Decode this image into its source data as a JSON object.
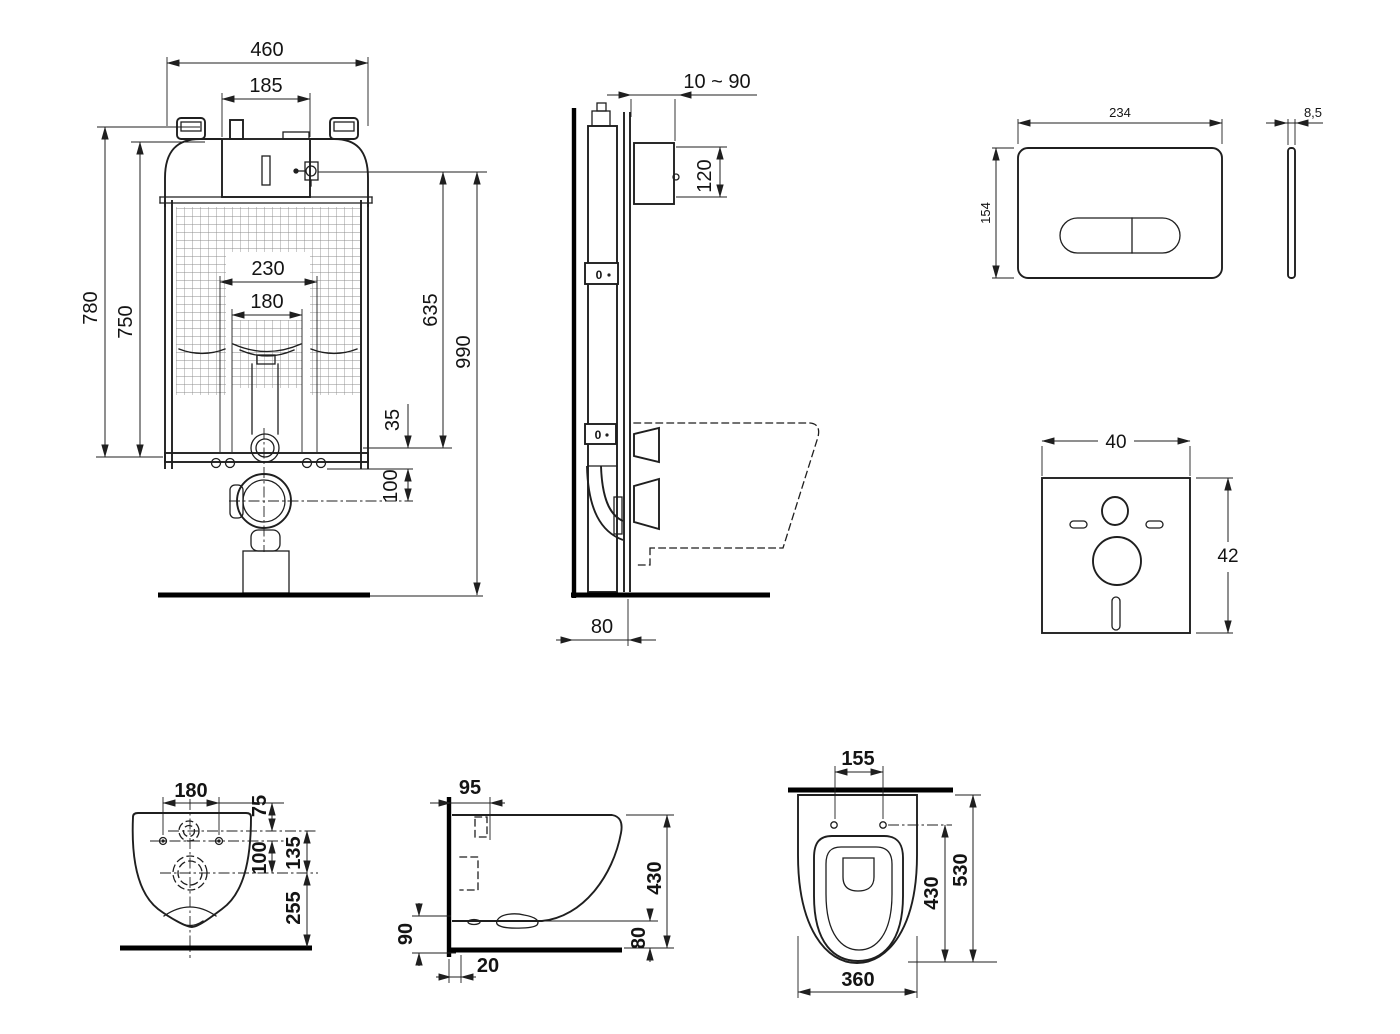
{
  "palette": {
    "background": "#ffffff",
    "line": "#1f1f1f",
    "thick_line": "#000000",
    "text": "#141414"
  },
  "cistern_front": {
    "d_width_outer": "460",
    "d_width_tank": "185",
    "d_height_frame": "780",
    "d_height_inner": "750",
    "d_width_bracket": "230",
    "d_width_pipe": "180",
    "d_height_valve": "635",
    "d_height_total": "990",
    "d_offset_flush": "35",
    "d_offset_outlet": "100"
  },
  "cistern_side": {
    "d_wall_range": "10 ~ 90",
    "d_connector": "120",
    "d_depth": "80",
    "adjuster_a": "0",
    "adjuster_b": "0"
  },
  "flush_plate": {
    "d_width": "234",
    "d_height": "154",
    "d_thickness": "8,5"
  },
  "sound_mat": {
    "d_width": "40",
    "d_height": "42"
  },
  "bowl_rear": {
    "d_holes": "180",
    "d_top": "75",
    "d_mid": "100",
    "d_inlet": "135",
    "d_outlet": "255"
  },
  "bowl_side": {
    "d_fix": "95",
    "d_depth": "430",
    "d_foot": "90",
    "d_gap": "20",
    "d_clear": "80"
  },
  "bowl_top": {
    "d_holes": "155",
    "d_inner": "430",
    "d_length": "530",
    "d_width": "360"
  }
}
